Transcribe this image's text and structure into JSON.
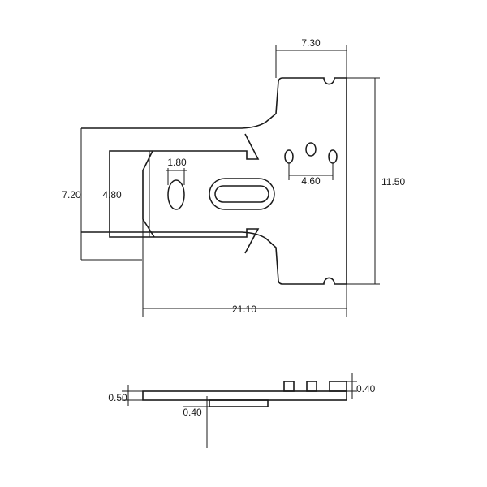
{
  "colors": {
    "line": "#1a1a1a",
    "background": "#ffffff"
  },
  "top_view": {
    "dimensions": {
      "top_width": "7.30",
      "right_height": "11.50",
      "left_outer_height": "7.20",
      "left_inner_height": "4.80",
      "hole_width": "1.80",
      "hole_spacing": "4.60",
      "overall_length": "21.10"
    }
  },
  "side_view": {
    "dimensions": {
      "plate_thickness": "0.50",
      "step_thickness": "0.40",
      "tab_height": "0.40"
    }
  }
}
